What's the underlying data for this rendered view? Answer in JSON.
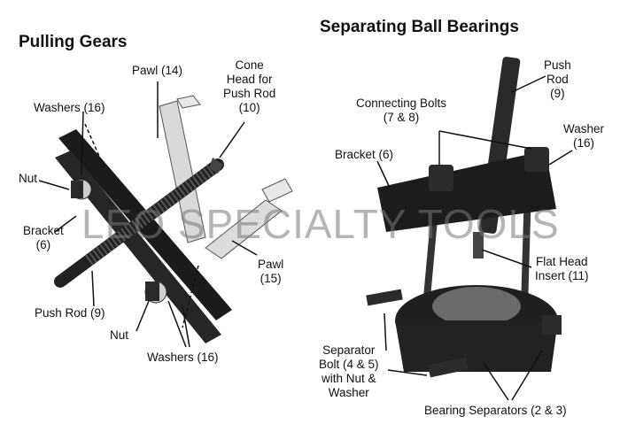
{
  "left": {
    "title": "Pulling Gears",
    "labels": {
      "pawl14": "Pawl (14)",
      "cone_head": [
        "Cone",
        "Head for",
        "Push Rod",
        "(10)"
      ],
      "washers_top": "Washers (16)",
      "nut_top": "Nut",
      "bracket": [
        "Bracket",
        "(6)"
      ],
      "push_rod": "Push Rod (9)",
      "nut_bottom": "Nut",
      "washers_bottom": "Washers (16)",
      "pawl15": [
        "Pawl",
        "(15)"
      ]
    }
  },
  "right": {
    "title": "Separating Ball Bearings",
    "labels": {
      "push_rod": [
        "Push",
        "Rod",
        "(9)"
      ],
      "connecting_bolts": [
        "Connecting Bolts",
        "(7 & 8)"
      ],
      "washer": [
        "Washer",
        "(16)"
      ],
      "bracket": "Bracket (6)",
      "flat_head_insert": [
        "Flat Head",
        "Insert (11)"
      ],
      "separator_bolt": [
        "Separator",
        "Bolt (4 & 5)",
        "with Nut &",
        "Washer"
      ],
      "bearing_separators": "Bearing Separators (2 & 3)"
    }
  },
  "watermark": "LEO SPECIALTY TOOLS"
}
